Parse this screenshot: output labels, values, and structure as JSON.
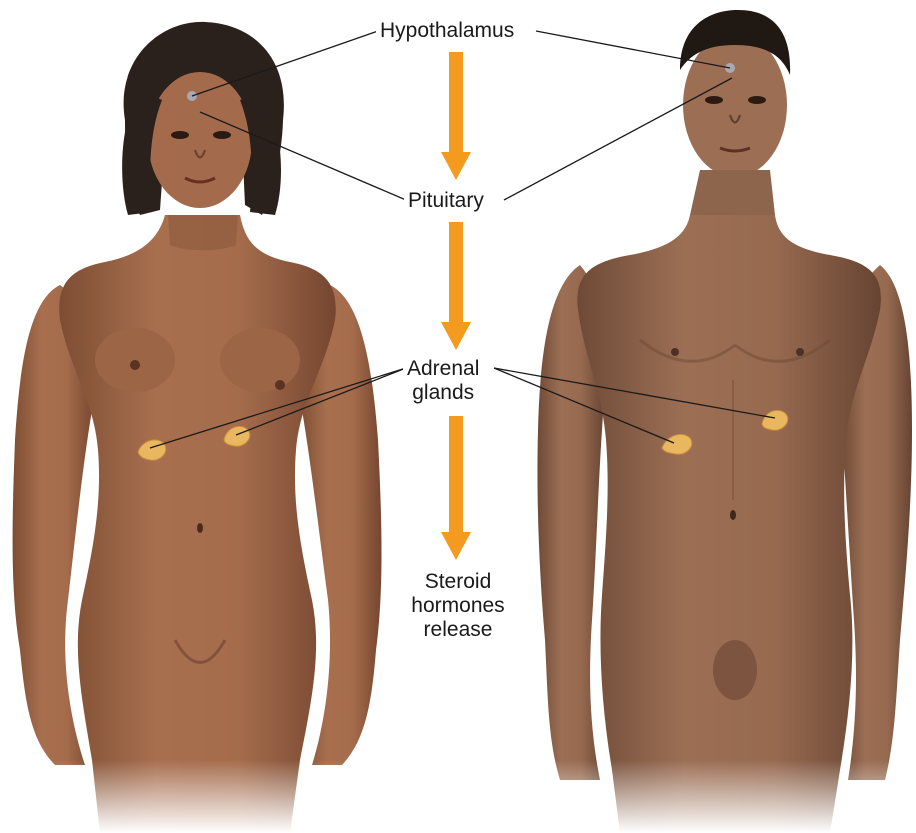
{
  "labels": {
    "hypothalamus": "Hypothalamus",
    "pituitary": "Pituitary",
    "adrenal_line1": "Adrenal",
    "adrenal_line2": "glands",
    "steroid_line1": "Steroid",
    "steroid_line2": "hormones",
    "steroid_line3": "release"
  },
  "figures": [
    "female-figure",
    "male-figure"
  ],
  "colors": {
    "arrow": "#f39a1f",
    "skin_female": "#a0694a",
    "skin_male": "#9a6a4e",
    "adrenal_gland": "#e9b760",
    "gland_marker": "#a9a9b3",
    "leader_line": "#1a1a1a"
  }
}
